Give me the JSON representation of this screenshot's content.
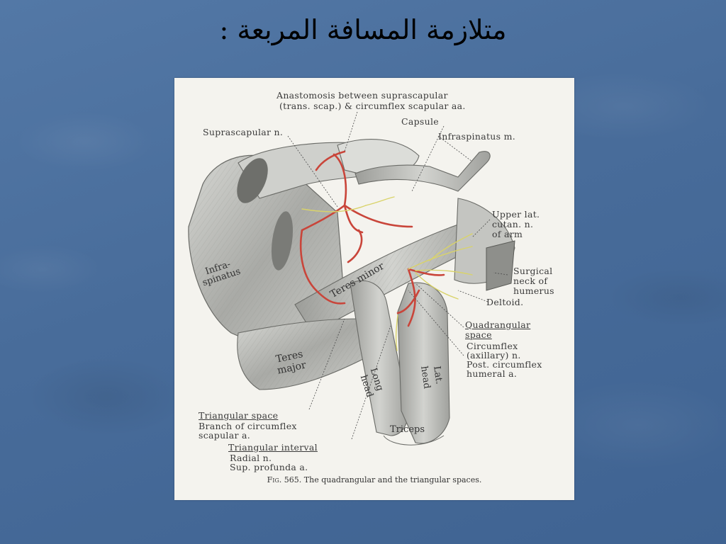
{
  "slide": {
    "title": "متلازمة المسافة المربعة :"
  },
  "figure": {
    "caption_prefix": "Fig. 565.",
    "caption_text": "The quadrangular and the triangular spaces.",
    "labels": {
      "anastomosis_1": "Anastomosis between suprascapular",
      "anastomosis_2": "(trans. scap.) & circumflex scapular aa.",
      "capsule": "Capsule",
      "suprascapular_n": "Suprascapular n.",
      "infraspinatus_m": "Infraspinatus m.",
      "upper_lat_1": "Upper lat.",
      "upper_lat_2": "cutan. n.",
      "upper_lat_3": "of arm",
      "surgical_1": "Surgical",
      "surgical_2": "neck of",
      "surgical_3": "humerus",
      "deltoid": "Deltoid.",
      "quadrangular_1": "Quadrangular",
      "quadrangular_2": "space",
      "circumflex_1": "Circumflex",
      "circumflex_2": "(axillary) n.",
      "circumflex_3": "Post. circumflex",
      "circumflex_4": "humeral a.",
      "triangular_space": "Triangular space",
      "branch_1": "Branch of circumflex",
      "branch_2": "scapular a.",
      "triangular_interval": "Triangular interval",
      "radial_n": "Radial n.",
      "sup_profunda": "Sup. profunda a."
    },
    "muscles": {
      "infra_1": "Infra-",
      "infra_2": "spinatus",
      "teres_minor": "Teres minor",
      "teres_major_1": "Teres",
      "teres_major_2": "major",
      "long_head_1": "Long",
      "long_head_2": "head",
      "lat_head_1": "Lat.",
      "lat_head_2": "head",
      "triceps": "Triceps"
    }
  },
  "colors": {
    "background": "#4a6e9c",
    "artery": "#c9453a",
    "nerve": "#d9d36a",
    "muscle": "#b9bab6"
  }
}
